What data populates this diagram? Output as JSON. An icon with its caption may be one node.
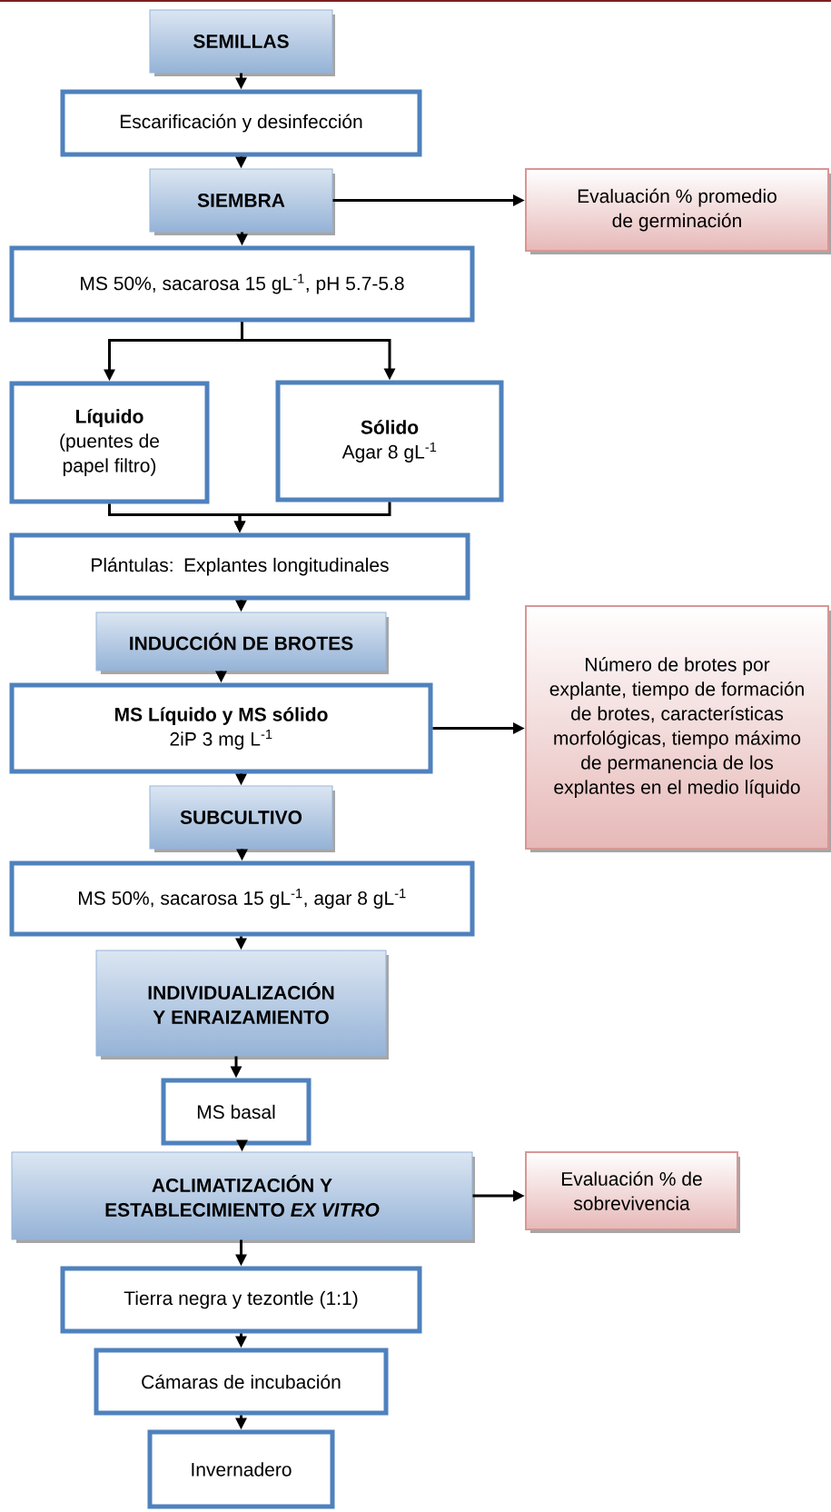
{
  "diagram": {
    "nodes": [
      {
        "text": [
          "SEMILLAS"
        ]
      },
      {
        "text": [
          "Escarificación y desinfección"
        ]
      },
      {
        "text": [
          "SIEMBRA"
        ]
      },
      {
        "text": [
          "Evaluación % promedio de germinación"
        ]
      },
      {
        "text": [
          "MS 50%, sacarosa 15 gL$^{-1}$, pH 5.7-5.8"
        ]
      },
      {
        "text": [
          "Líquido",
          "(puentes de papel filtro)"
        ]
      },
      {
        "text": [
          "Sólido",
          "Agar 8 gL$^{-1}$"
        ]
      },
      {
        "text": [
          "Plántulas: Explantes longitudinales"
        ]
      },
      {
        "text": [
          "INDUCCIÓN DE BROTES"
        ]
      },
      {
        "text": [
          "MS Líquido y MS sólido",
          "2iP 3 mg L$^{-1}$"
        ]
      },
      {
        "text": [
          "Número de brotes por explante, tiempo de formación de brotes, características morfológicas, tiempo máximo de permanencia de los explantes en el medio líquido"
        ]
      },
      {
        "text": [
          "SUBCULTIVO"
        ]
      },
      {
        "text": [
          "MS 50%, sacarosa 15 gL$^{-1}$, agar 8 gL$^{-1}$"
        ]
      },
      {
        "text": [
          "INDIVIDUALIZACIÓN Y ENRAIZAMIENTO"
        ]
      },
      {
        "text": [
          "MS basal"
        ]
      },
      {
        "text": [
          "ACLIMATIZACIÓN Y ESTABLECIMIENTO *EX VITRO*"
        ]
      },
      {
        "text": [
          "Evaluación % de sobrevivencia"
        ]
      },
      {
        "text": [
          "Tierra negra y tezontle (1:1)"
        ]
      },
      {
        "text": [
          "Cámaras de incubación"
        ]
      },
      {
        "text": [
          "Invernadero"
        ]
      }
    ],
    "edges": [
      {
        "from": 0,
        "to": 1,
        "arrow": "to"
      },
      {
        "from": 1,
        "to": 2,
        "arrow": "to"
      },
      {
        "from": 2,
        "to": 3,
        "arrow": "to"
      },
      {
        "from": 2,
        "to": 4,
        "arrow": "to"
      },
      {
        "from": 4,
        "to": 5,
        "arrow": "to"
      },
      {
        "from": 4,
        "to": 6,
        "arrow": "to"
      },
      {
        "from": 5,
        "to": 7,
        "arrow": "to"
      },
      {
        "from": 6,
        "to": 7,
        "arrow": "to"
      },
      {
        "from": 7,
        "to": 8,
        "arrow": "to"
      },
      {
        "from": 8,
        "to": 9,
        "arrow": "to"
      },
      {
        "from": 9,
        "to": 10,
        "arrow": "to"
      },
      {
        "from": 9,
        "to": 11,
        "arrow": "to"
      },
      {
        "from": 11,
        "to": 12,
        "arrow": "to"
      },
      {
        "from": 12,
        "to": 13,
        "arrow": "to"
      },
      {
        "from": 13,
        "to": 14,
        "arrow": "to"
      },
      {
        "from": 14,
        "to": 15,
        "arrow": "to"
      },
      {
        "from": 15,
        "to": 16,
        "arrow": "to"
      },
      {
        "from": 15,
        "to": 17,
        "arrow": "to"
      },
      {
        "from": 17,
        "to": 18,
        "arrow": "to"
      },
      {
        "from": 18,
        "to": 19,
        "arrow": "to"
      }
    ]
  }
}
